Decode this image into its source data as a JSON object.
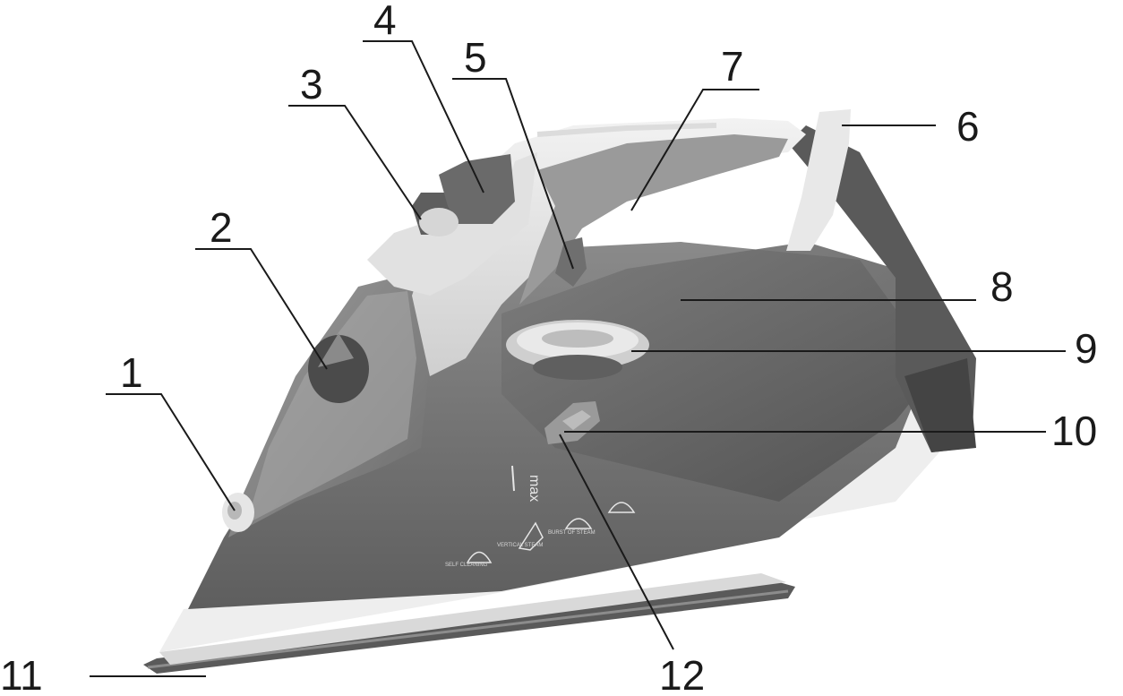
{
  "callouts": [
    {
      "id": "1",
      "label": "1"
    },
    {
      "id": "2",
      "label": "2"
    },
    {
      "id": "3",
      "label": "3"
    },
    {
      "id": "4",
      "label": "4"
    },
    {
      "id": "5",
      "label": "5"
    },
    {
      "id": "6",
      "label": "6"
    },
    {
      "id": "7",
      "label": "7"
    },
    {
      "id": "8",
      "label": "8"
    },
    {
      "id": "9",
      "label": "9"
    },
    {
      "id": "10",
      "label": "10"
    },
    {
      "id": "11",
      "label": "11"
    },
    {
      "id": "12",
      "label": "12"
    }
  ],
  "device_markings": {
    "max_label": "max",
    "self_cleaning": "SELF CLEANING",
    "vertical_steam": "VERTICAL STEAM",
    "burst_of_steam": "BURST OF STEAM"
  }
}
